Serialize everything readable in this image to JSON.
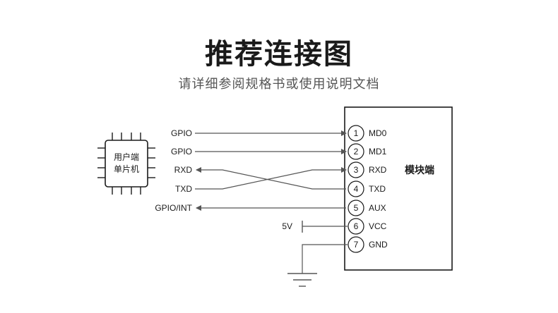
{
  "header": {
    "title": "推荐连接图",
    "subtitle": "请详细参阅规格书或使用说明文档"
  },
  "mcu": {
    "line1": "用户端",
    "line2": "单片机"
  },
  "module": {
    "label": "模块端"
  },
  "pins": [
    {
      "num": "1",
      "name": "MD0"
    },
    {
      "num": "2",
      "name": "MD1"
    },
    {
      "num": "3",
      "name": "RXD"
    },
    {
      "num": "4",
      "name": "TXD"
    },
    {
      "num": "5",
      "name": "AUX"
    },
    {
      "num": "6",
      "name": "VCC"
    },
    {
      "num": "7",
      "name": "GND"
    }
  ],
  "left_signals": {
    "s1": "GPIO",
    "s2": "GPIO",
    "s3": "RXD",
    "s4": "TXD",
    "s5": "GPIO/INT",
    "s6": "5V"
  },
  "colors": {
    "line": "#555555",
    "text": "#1a1a1a"
  }
}
